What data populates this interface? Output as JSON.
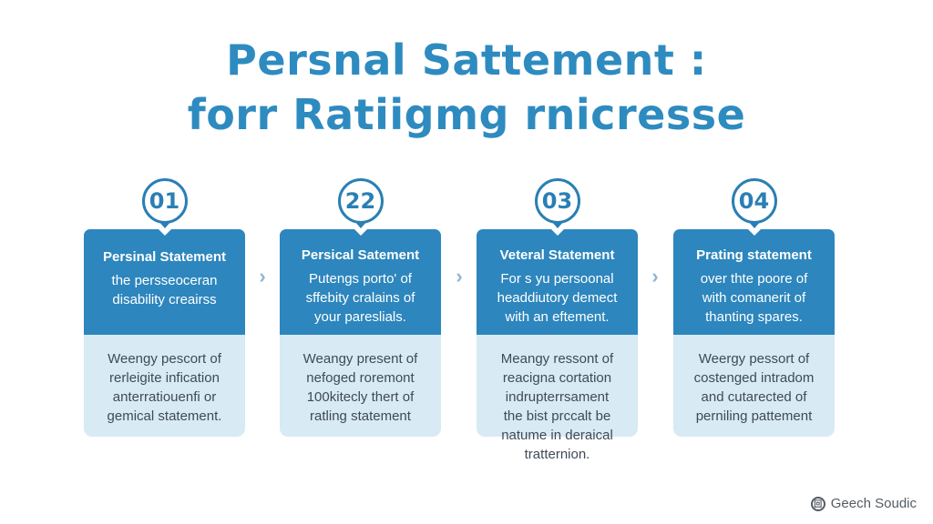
{
  "title": {
    "line1": "Persnal Sattement :",
    "line2": "forr Ratiigmg rnicresse"
  },
  "colors": {
    "title": "#2e8bc0",
    "card_primary": "#2d86bd",
    "card_secondary": "#d8eaf4",
    "badge_border": "#2a7fb4",
    "arrow": "#8fb6d2"
  },
  "steps": [
    {
      "number": "01",
      "heading": "Persinal Statement",
      "top_lines": [
        "the persseoceran",
        "disability creairss"
      ],
      "bottom_lines": [
        "Weengy pescort of",
        "rerleigite infication",
        "anterratiouenfi or",
        "gemical statement."
      ]
    },
    {
      "number": "22",
      "heading": "Persical Satement",
      "top_lines": [
        "Putengs porto' of",
        "sffebity cralains of",
        "your pareslials."
      ],
      "bottom_lines": [
        "Weangy present of",
        "nefoged roremont",
        "100kitecly thert of",
        "ratling statement"
      ]
    },
    {
      "number": "03",
      "heading": "Veteral Statement",
      "top_lines": [
        "For s yu persoonal",
        "headdiutory demect",
        "with an eftement."
      ],
      "bottom_lines": [
        "Meangy ressont of",
        "reacigna cortation",
        "indrupterrsament",
        "the bist prccalt be",
        "natume in deraical",
        "tratternion."
      ]
    },
    {
      "number": "04",
      "heading": "Prating statement",
      "top_lines": [
        "over thte poore of",
        "with comanerit of",
        "thanting spares."
      ],
      "bottom_lines": [
        "Weergy pessort of",
        "costenged intradom",
        "and cutarected of",
        "perniling pattement"
      ]
    }
  ],
  "connectors": [
    "chevron-right",
    "chevron-right",
    "chevron-right"
  ],
  "connector_glyph": "›",
  "footer": {
    "icon_glyph": "回",
    "label": "Geech Soudic"
  }
}
